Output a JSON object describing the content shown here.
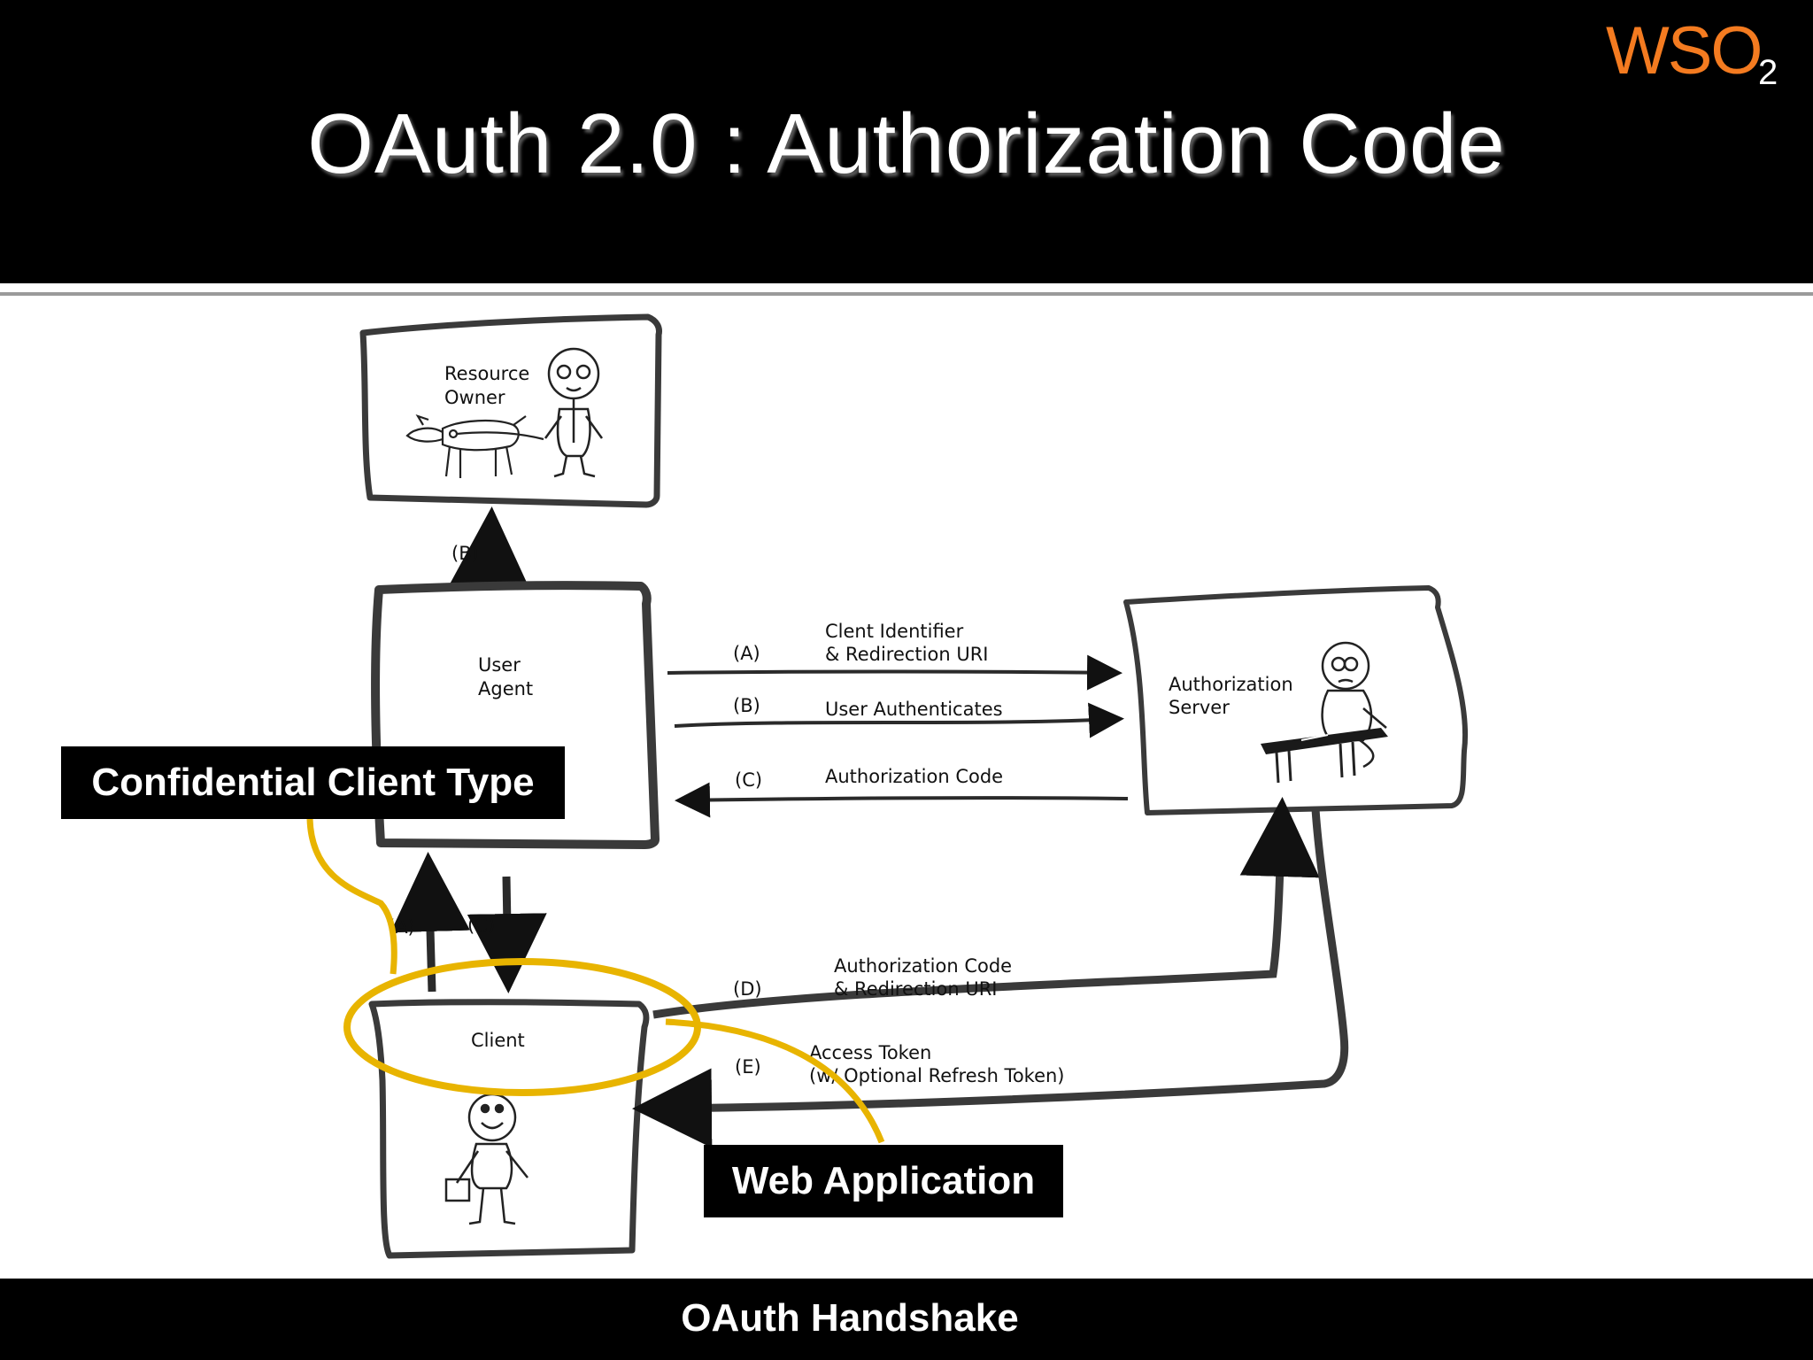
{
  "header": {
    "title": "OAuth 2.0 : Authorization Code",
    "logo": {
      "text": "WSO",
      "subscript": "2",
      "brand_color": "#f47b20"
    }
  },
  "footer": {
    "text": "OAuth Handshake"
  },
  "diagram": {
    "nodes": {
      "resource_owner": {
        "line1": "Resource",
        "line2": "Owner"
      },
      "user_agent": {
        "line1": "User",
        "line2": "Agent"
      },
      "authorization_server": {
        "line1": "Authorization",
        "line2": "Server"
      },
      "client": {
        "label": "Client"
      }
    },
    "flows": {
      "a_top": {
        "step": "(A)",
        "line1": "Clent Identifier",
        "line2": "& Redirection URI"
      },
      "b_top": {
        "step": "(B)",
        "text": "User Authenticates"
      },
      "c_top": {
        "step": "(C)",
        "text": "Authorization Code"
      },
      "b_up": {
        "step": "(B)"
      },
      "a_up": {
        "step": "(A)"
      },
      "c_down": {
        "step": "(C)"
      },
      "d": {
        "step": "(D)",
        "line1": "Authorization Code",
        "line2": "& Redirection URI"
      },
      "e": {
        "step": "(E)",
        "line1": "Access Token",
        "line2": "(w/ Optional Refresh Token)"
      }
    }
  },
  "callouts": {
    "confidential": "Confidential Client Type",
    "webapp": "Web Application"
  },
  "colors": {
    "highlight": "#e8b400",
    "ink": "#3a3a3a"
  }
}
